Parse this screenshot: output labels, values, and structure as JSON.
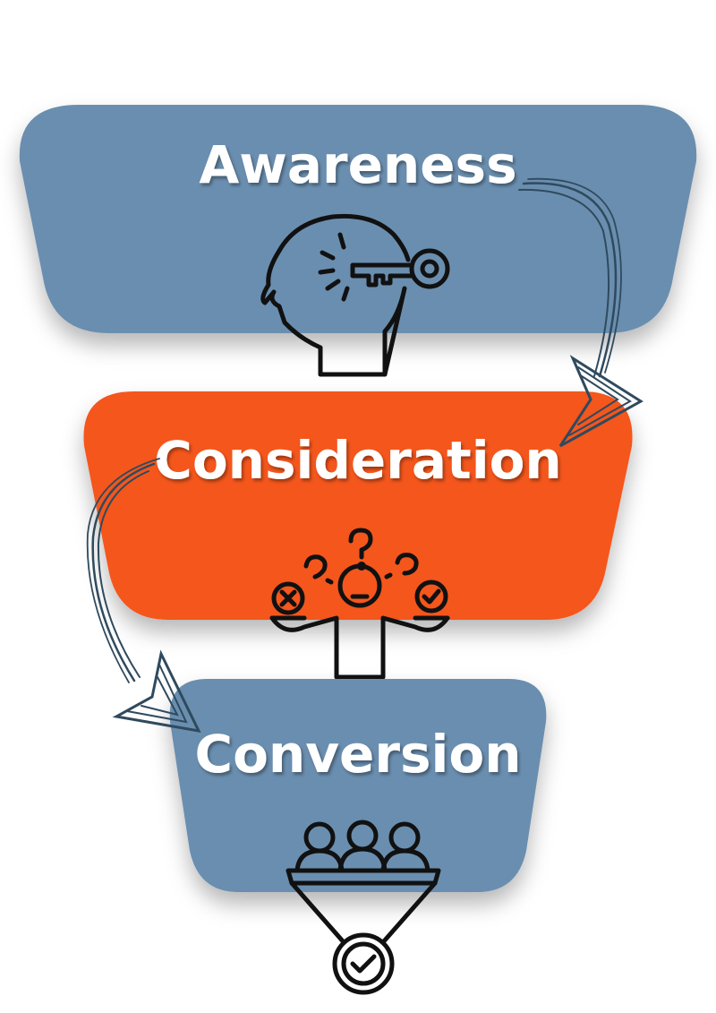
{
  "colors": {
    "awareness_fill": "#6b8eaf",
    "consideration_fill": "#f4561c",
    "conversion_fill": "#6b8eaf",
    "label_color": "#ffffff",
    "icon_stroke": "#111111",
    "arrow_color": "#2f4a5e"
  },
  "funnel": {
    "stages": [
      {
        "label": "Awareness",
        "icon": "head-key-icon"
      },
      {
        "label": "Consideration",
        "icon": "confused-person-icon"
      },
      {
        "label": "Conversion",
        "icon": "people-funnel-check-icon"
      }
    ]
  },
  "connectors": [
    {
      "from": "Awareness",
      "to": "Consideration",
      "icon": "curved-arrow-icon"
    },
    {
      "from": "Consideration",
      "to": "Conversion",
      "icon": "curved-arrow-icon"
    }
  ]
}
